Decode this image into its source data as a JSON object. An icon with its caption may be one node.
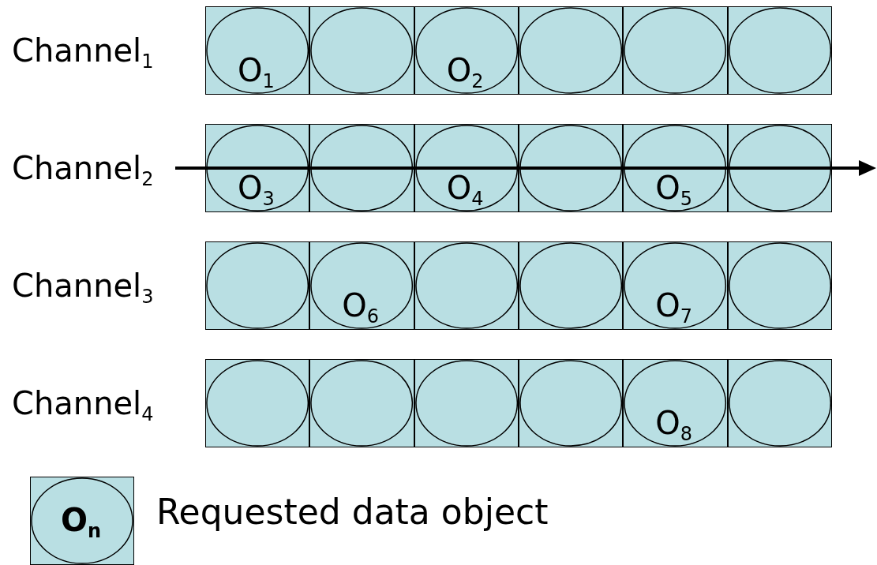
{
  "diagram": {
    "nodes": [
      {
        "text": [
          "Channel$_{1}$"
        ]
      },
      {
        "text": [
          "O$_{1}$"
        ],
        "in": 0
      },
      {
        "text": [],
        "shape": "circle",
        "in": 0
      },
      {
        "text": [
          "O$_{2}$"
        ],
        "in": 0
      },
      {
        "text": [],
        "shape": "circle",
        "in": 0
      },
      {
        "text": [],
        "shape": "circle",
        "in": 0
      },
      {
        "text": [],
        "shape": "circle",
        "in": 0
      },
      {
        "text": [
          "Channel$_{2}$"
        ]
      },
      {
        "text": [
          "O$_{3}$"
        ],
        "in": 7
      },
      {
        "text": [],
        "shape": "circle",
        "in": 7
      },
      {
        "text": [
          "O$_{4}$"
        ],
        "in": 7
      },
      {
        "text": [],
        "shape": "circle",
        "in": 7
      },
      {
        "text": [
          "O$_{5}$"
        ],
        "in": 7
      },
      {
        "text": [],
        "shape": "circle",
        "in": 7
      },
      {
        "text": [
          "Channel$_{3}$"
        ]
      },
      {
        "text": [],
        "shape": "circle",
        "in": 14
      },
      {
        "text": [
          "O$_{6}$"
        ],
        "in": 14
      },
      {
        "text": [],
        "shape": "circle",
        "in": 14
      },
      {
        "text": [],
        "shape": "circle",
        "in": 14
      },
      {
        "text": [
          "O$_{7}$"
        ],
        "in": 14
      },
      {
        "text": [],
        "shape": "circle",
        "in": 14
      },
      {
        "text": [
          "Channel$_{4}$"
        ]
      },
      {
        "text": [],
        "shape": "circle",
        "in": 21
      },
      {
        "text": [],
        "shape": "circle",
        "in": 21
      },
      {
        "text": [],
        "shape": "circle",
        "in": 21
      },
      {
        "text": [],
        "shape": "circle",
        "in": 21
      },
      {
        "text": [
          "O$_{8}$"
        ],
        "in": 21
      },
      {
        "text": [],
        "shape": "circle",
        "in": 21
      }
    ],
    "edges": [],
    "labels": [
      "O$_{n}$"
    ],
    "legend": [
      {
        "text": "Requested data object"
      }
    ]
  }
}
